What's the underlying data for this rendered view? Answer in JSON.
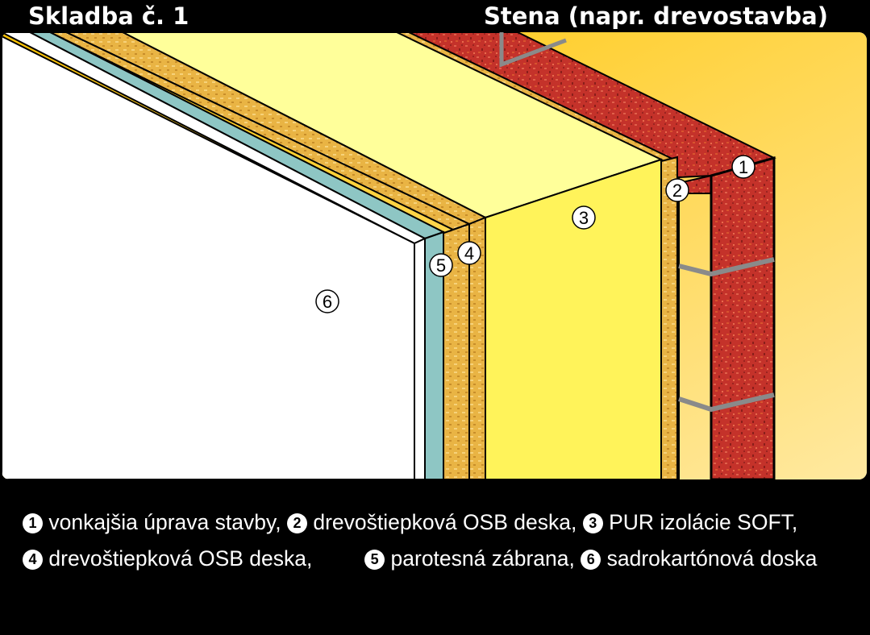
{
  "header": {
    "title_left": "Skladba č. 1",
    "title_right": "Stena (napr. drevostavba)"
  },
  "callouts": {
    "l1": "1",
    "l2": "2",
    "l3": "3",
    "l4": "4",
    "l5": "5",
    "l6": "6"
  },
  "legend": {
    "items": [
      {
        "num": "1",
        "text": "vonkajšia úprava stavby,"
      },
      {
        "num": "2",
        "text": "drevoštiepková OSB deska,"
      },
      {
        "num": "3",
        "text": "PUR izolácie SOFT,"
      },
      {
        "num": "4",
        "text": "drevoštiepková OSB deska,"
      },
      {
        "num": "5",
        "text": "parotesná zábrana,"
      },
      {
        "num": "6",
        "text": "sadrokartónová doska"
      }
    ]
  },
  "colors": {
    "background": "#000000",
    "brick": "#c0302a",
    "insulation": "#fff35a",
    "osb": "#e8b64a",
    "vapor_barrier": "#8ec6c4",
    "gypsum": "#ffffff",
    "backdrop": "#ffcc22"
  }
}
